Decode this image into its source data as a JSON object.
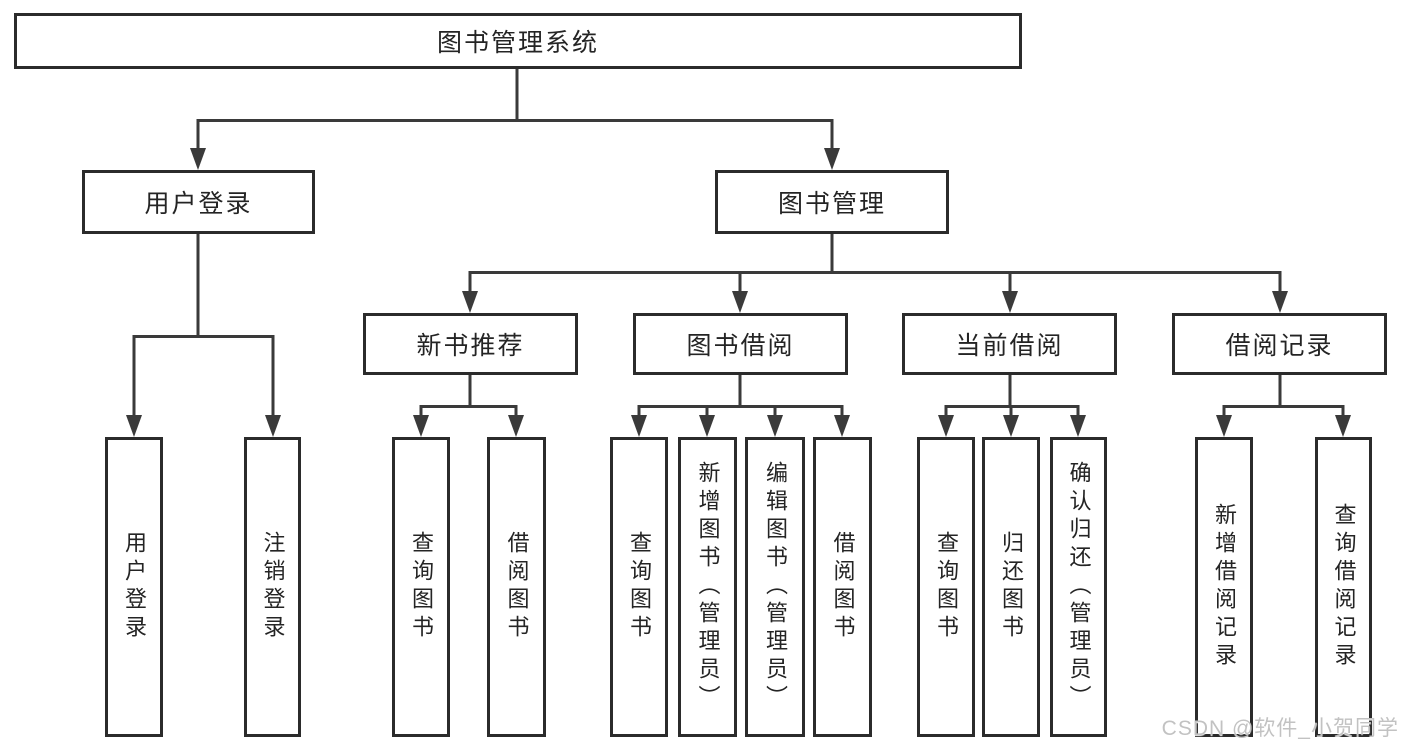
{
  "diagram": {
    "root": {
      "label": "图书管理系统"
    },
    "branches": [
      {
        "label": "用户登录",
        "children": [
          {
            "label": "用户登录"
          },
          {
            "label": "注销登录"
          }
        ]
      },
      {
        "label": "图书管理",
        "children": [
          {
            "label": "新书推荐",
            "children": [
              {
                "label": "查询图书"
              },
              {
                "label": "借阅图书"
              }
            ]
          },
          {
            "label": "图书借阅",
            "children": [
              {
                "label": "查询图书"
              },
              {
                "label": "新增图书（管理员）"
              },
              {
                "label": "编辑图书（管理员）"
              },
              {
                "label": "借阅图书"
              }
            ]
          },
          {
            "label": "当前借阅",
            "children": [
              {
                "label": "查询图书"
              },
              {
                "label": "归还图书"
              },
              {
                "label": "确认归还（管理员）"
              }
            ]
          },
          {
            "label": "借阅记录",
            "children": [
              {
                "label": "新增借阅记录"
              },
              {
                "label": "查询借阅记录"
              }
            ]
          }
        ]
      }
    ],
    "watermark": "CSDN @软件_小贺同学"
  },
  "colors": {
    "line": "#3a3a3a",
    "box_border": "#2b2b2b",
    "text": "#242424",
    "background": "#ffffff",
    "watermark": "#c2c2c2"
  }
}
